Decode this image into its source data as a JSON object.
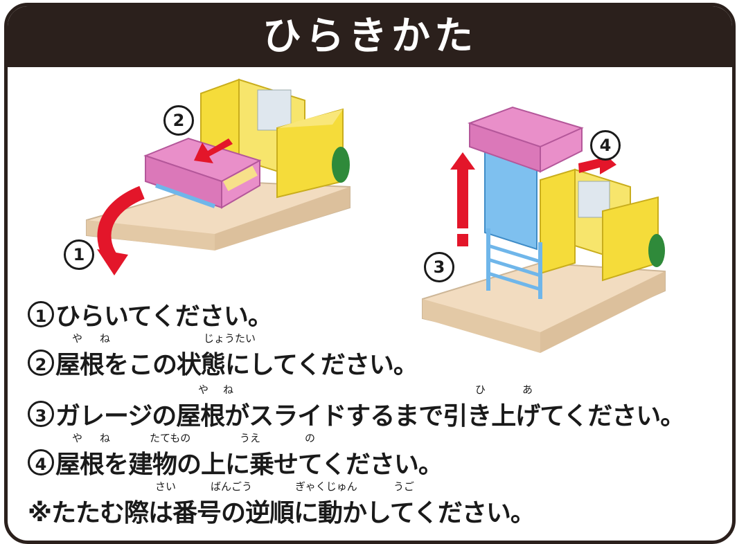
{
  "title": "ひらきかた",
  "illustration_labels": {
    "step1": "1",
    "step2": "2",
    "step3": "3",
    "step4": "4"
  },
  "instructions": [
    {
      "num": "1",
      "text": "ひらいてください。"
    },
    {
      "num": "2",
      "text": "屋根をこの状態にしてください。",
      "ruby": [
        "や",
        "ね",
        "じょうたい"
      ]
    },
    {
      "num": "3",
      "text": "ガレージの屋根がスライドするまで引き上げてください。",
      "ruby": [
        "や",
        "ね",
        "ひ",
        "あ"
      ]
    },
    {
      "num": "4",
      "text": "屋根を建物の上に乗せてください。",
      "ruby": [
        "や",
        "ね",
        "たてもの",
        "うえ",
        "の"
      ]
    },
    {
      "num": "※",
      "text": "たたむ際は番号の逆順に動かしてください。",
      "ruby": [
        "さい",
        "ばんごう",
        "ぎゃくじゅん",
        "うご"
      ]
    }
  ],
  "colors": {
    "header": "#2b201c",
    "arrow": "#e3162a",
    "roof": "#e98fc9",
    "wall": "#f5dc3a",
    "base": "#f2dcc0",
    "ladder": "#6fb6ea",
    "bush": "#2f8a3a"
  }
}
